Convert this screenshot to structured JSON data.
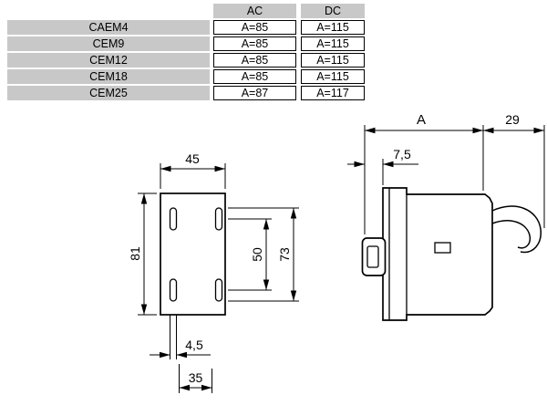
{
  "table": {
    "col_headers": [
      "AC",
      "DC"
    ],
    "rows": [
      {
        "model": "CAEM4",
        "ac": "A=85",
        "dc": "A=115"
      },
      {
        "model": "CEM9",
        "ac": "A=85",
        "dc": "A=115"
      },
      {
        "model": "CEM12",
        "ac": "A=85",
        "dc": "A=115"
      },
      {
        "model": "CEM18",
        "ac": "A=85",
        "dc": "A=115"
      },
      {
        "model": "CEM25",
        "ac": "A=87",
        "dc": "A=117"
      }
    ]
  },
  "front_view": {
    "dim_width_top": "45",
    "dim_height_left": "81",
    "dim_hole_spacing_v": "50",
    "dim_slot_span_v": "73",
    "dim_slot_width": "4,5",
    "dim_hole_spacing_h": "35"
  },
  "side_view": {
    "dim_depth_overall": "A",
    "dim_wire_loop": "29",
    "dim_clip_offset": "7,5"
  },
  "colors": {
    "table_gray": "#c8c8c8",
    "line_black": "#000000"
  }
}
